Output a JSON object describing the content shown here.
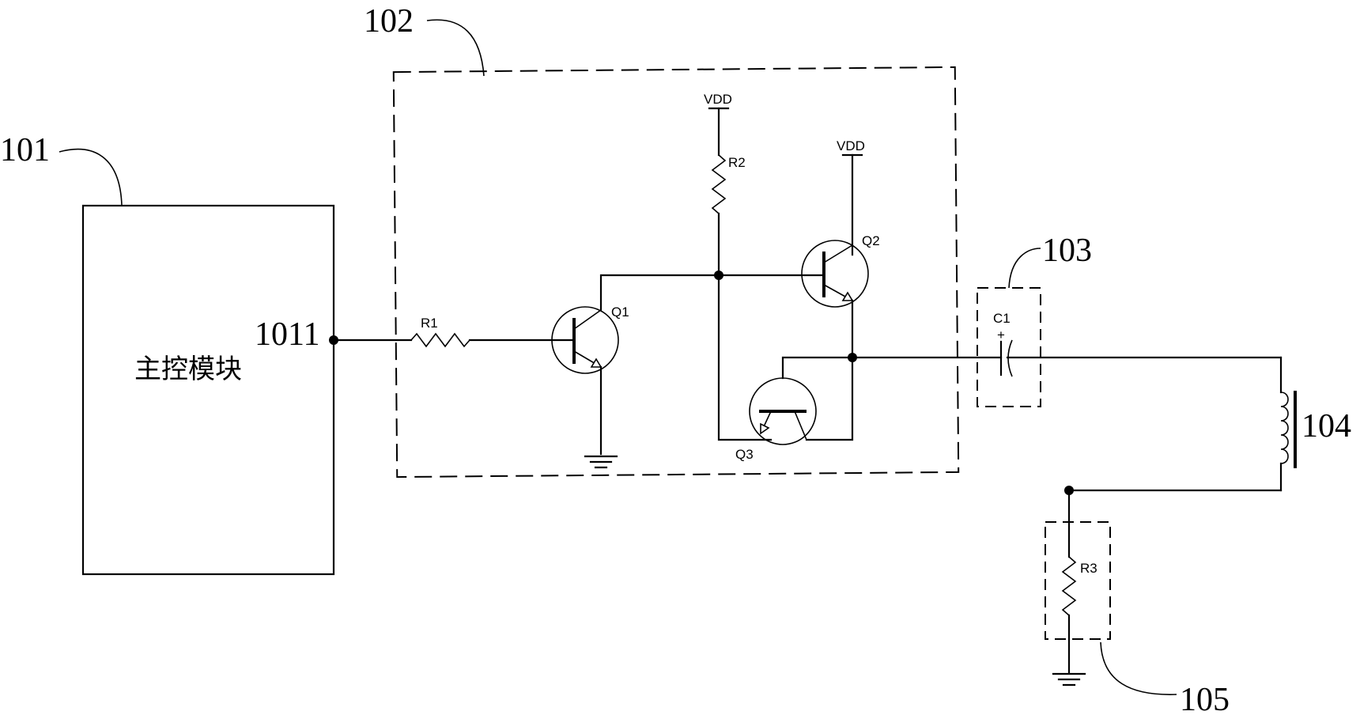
{
  "labels": {
    "ref_101": "101",
    "ref_102": "102",
    "ref_103": "103",
    "ref_104": "104",
    "ref_105": "105",
    "ref_1011": "1011",
    "main_module": "主控模块",
    "r1": "R1",
    "r2": "R2",
    "r3": "R3",
    "c1": "C1",
    "c1_polarity": "+",
    "q1": "Q1",
    "q2": "Q2",
    "q3": "Q3",
    "vdd_1": "VDD",
    "vdd_2": "VDD"
  }
}
